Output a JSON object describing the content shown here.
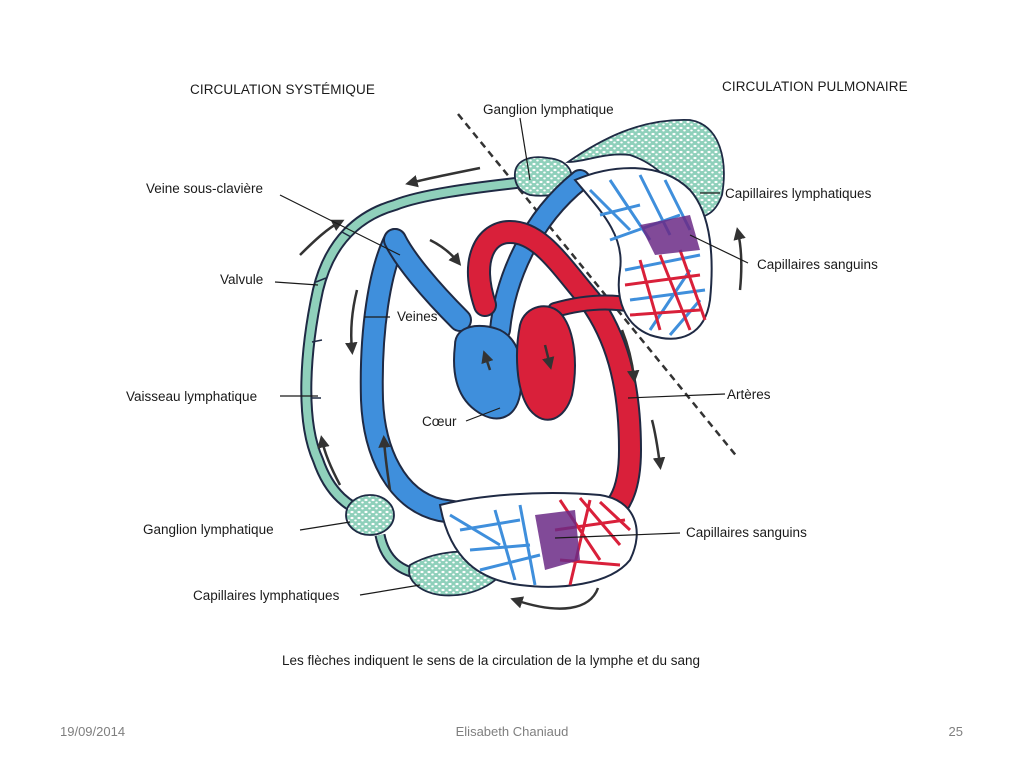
{
  "titles": {
    "systemic": "CIRCULATION SYSTÉMIQUE",
    "pulmonary": "CIRCULATION PULMONAIRE"
  },
  "labels": {
    "ganglion_top": "Ganglion lymphatique",
    "veine_sous_claviere": "Veine sous-clavière",
    "valvule": "Valvule",
    "veines": "Veines",
    "vaisseau_lymphatique": "Vaisseau lymphatique",
    "coeur": "Cœur",
    "ganglion_bottom": "Ganglion lymphatique",
    "capillaires_lymph_bottom": "Capillaires lymphatiques",
    "capillaires_lymph_top": "Capillaires lymphatiques",
    "capillaires_sanguins_top": "Capillaires sanguins",
    "arteres": "Artères",
    "capillaires_sanguins_bottom": "Capillaires sanguins"
  },
  "caption": "Les flèches indiquent le sens de la circulation de la lymphe et du sang",
  "footer": {
    "date": "19/09/2014",
    "author": "Elisabeth Chaniaud",
    "page": "25"
  },
  "colors": {
    "vein_blue": "#3f8fdc",
    "artery_red": "#d9203a",
    "lymph_green": "#8fd0bb",
    "mixed_purple": "#6b2a86",
    "outline": "#1f2a44",
    "arrow": "#333333"
  }
}
